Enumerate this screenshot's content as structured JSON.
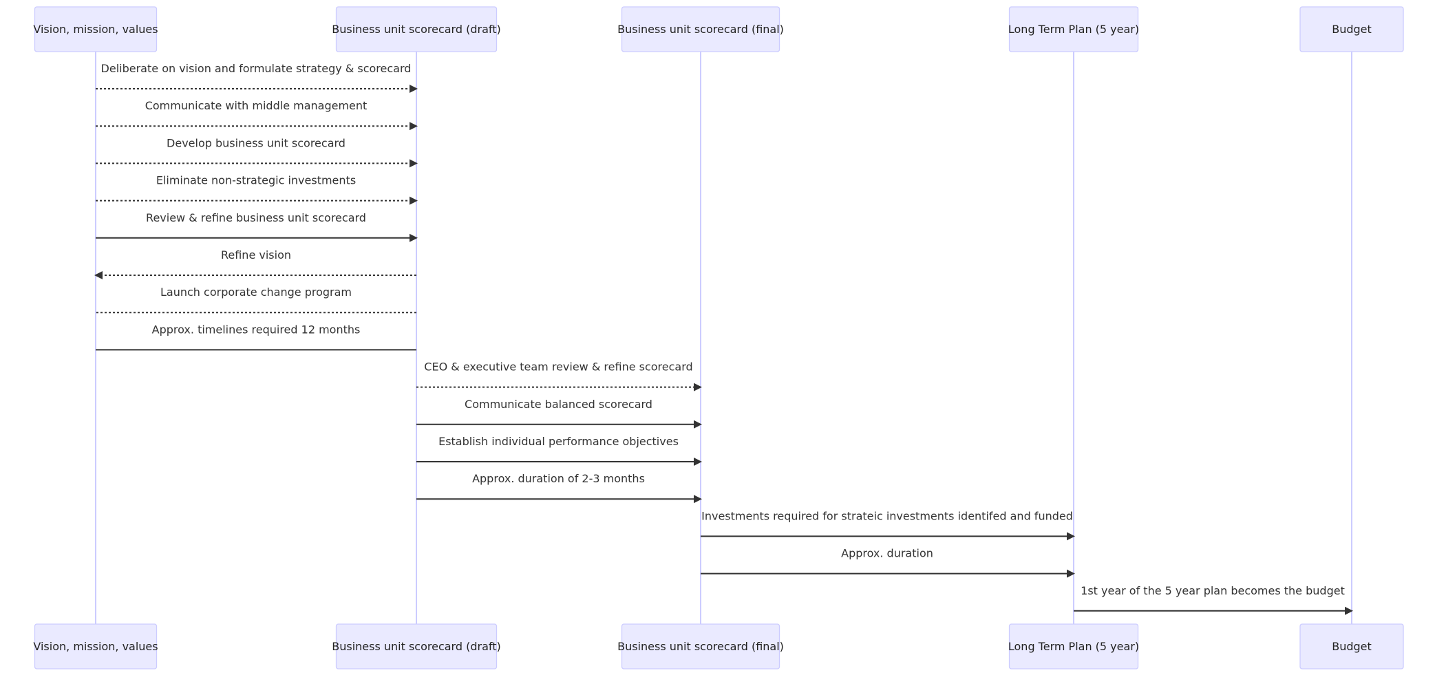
{
  "diagram": {
    "type": "sequence",
    "participants": [
      {
        "id": "vision",
        "label": "Vision, mission, values"
      },
      {
        "id": "draft",
        "label": "Business unit scorecard (draft)"
      },
      {
        "id": "final",
        "label": "Business unit scorecard (final)"
      },
      {
        "id": "ltp",
        "label": "Long Term Plan (5 year)"
      },
      {
        "id": "budget",
        "label": "Budget"
      }
    ],
    "messages": [
      {
        "from": "vision",
        "to": "draft",
        "text": "Deliberate on vision and formulate strategy & scorecard",
        "line": "dotted",
        "arrow": true
      },
      {
        "from": "vision",
        "to": "draft",
        "text": "Communicate with middle management",
        "line": "dotted",
        "arrow": true
      },
      {
        "from": "vision",
        "to": "draft",
        "text": "Develop business unit scorecard",
        "line": "dotted",
        "arrow": true
      },
      {
        "from": "vision",
        "to": "draft",
        "text": "Eliminate non-strategic investments",
        "line": "dotted",
        "arrow": true
      },
      {
        "from": "vision",
        "to": "draft",
        "text": "Review & refine business unit scorecard",
        "line": "solid",
        "arrow": true
      },
      {
        "from": "draft",
        "to": "vision",
        "text": "Refine vision",
        "line": "dotted",
        "arrow": true
      },
      {
        "from": "draft",
        "to": "vision",
        "text": "Launch corporate change program",
        "line": "dotted",
        "arrow": false
      },
      {
        "from": "draft",
        "to": "vision",
        "text": "Approx. timelines required 12 months",
        "line": "solid",
        "arrow": false
      },
      {
        "from": "draft",
        "to": "final",
        "text": "CEO & executive team review & refine scorecard",
        "line": "dotted",
        "arrow": true
      },
      {
        "from": "draft",
        "to": "final",
        "text": "Communicate balanced scorecard",
        "line": "solid",
        "arrow": true
      },
      {
        "from": "draft",
        "to": "final",
        "text": "Establish individual performance objectives",
        "line": "solid",
        "arrow": true
      },
      {
        "from": "draft",
        "to": "final",
        "text": "Approx. duration of 2-3 months",
        "line": "solid",
        "arrow": true
      },
      {
        "from": "final",
        "to": "ltp",
        "text": "Investments required for strateic investments identifed and funded",
        "line": "solid",
        "arrow": true
      },
      {
        "from": "final",
        "to": "ltp",
        "text": "Approx. duration",
        "line": "solid",
        "arrow": true
      },
      {
        "from": "ltp",
        "to": "budget",
        "text": "1st year of the 5 year plan becomes the budget",
        "line": "solid",
        "arrow": true
      }
    ]
  }
}
